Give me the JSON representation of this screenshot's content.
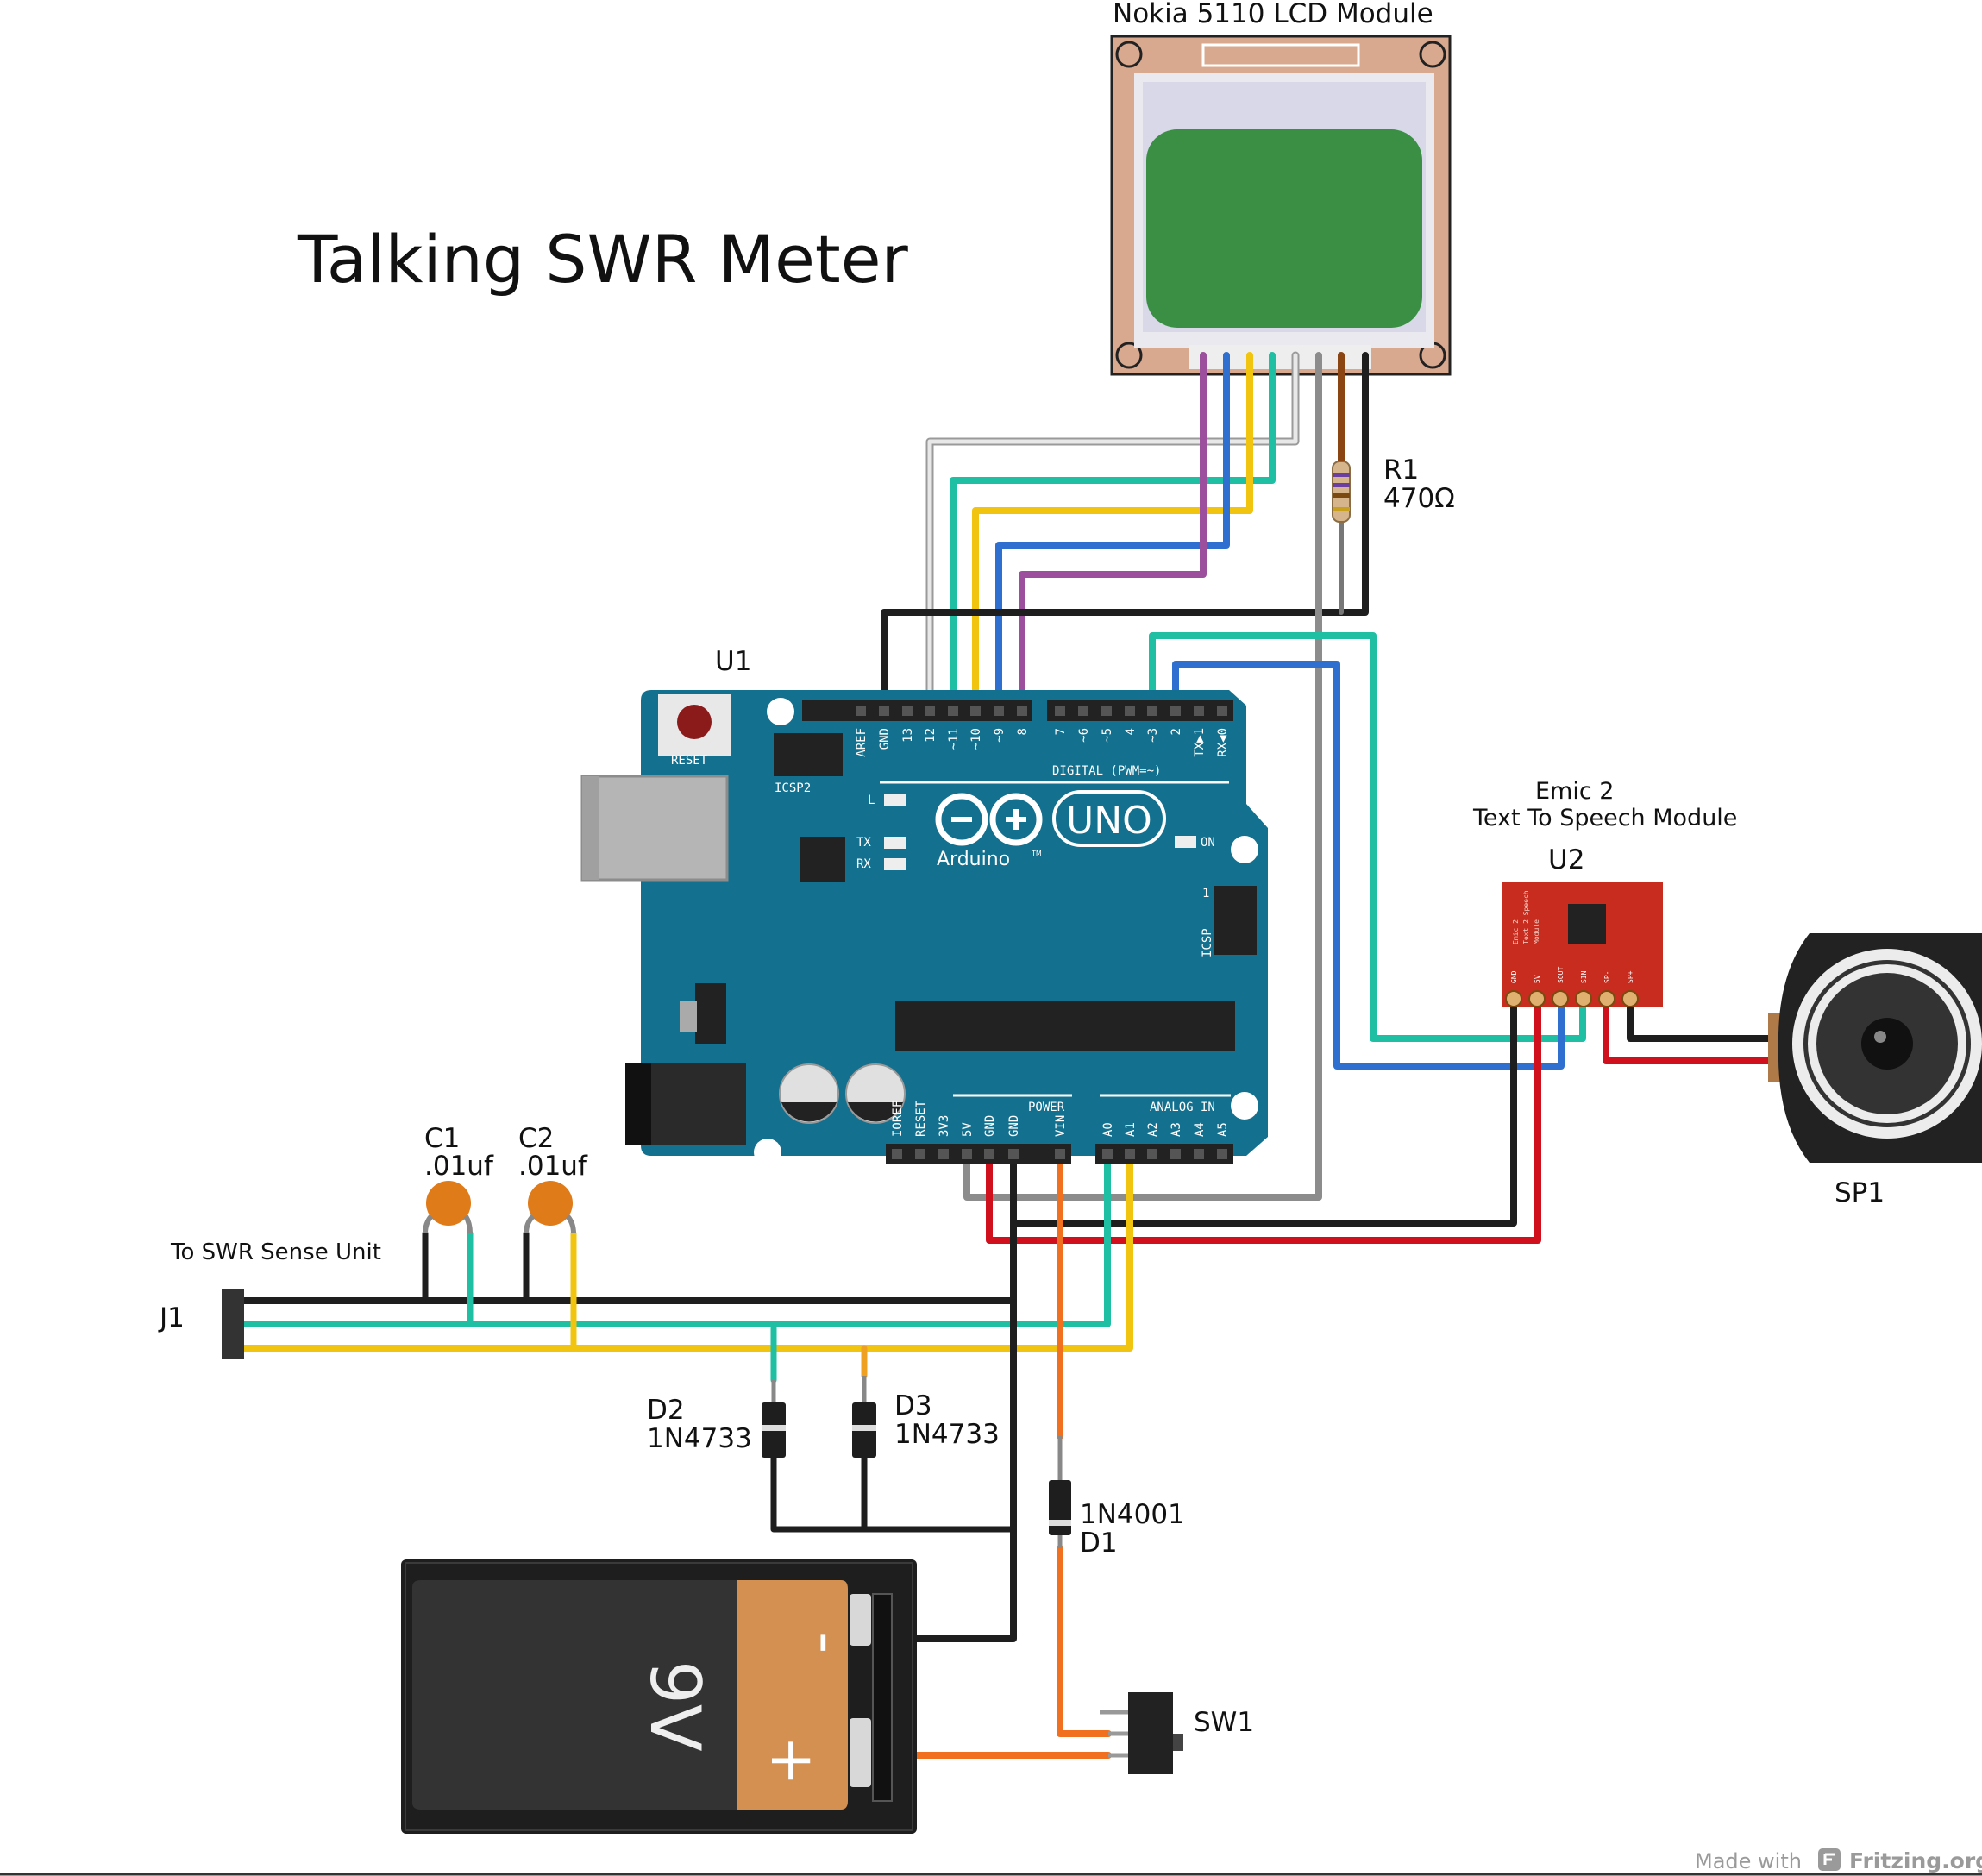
{
  "title": "Talking SWR Meter",
  "components": {
    "lcd": {
      "label": "Nokia 5110 LCD Module"
    },
    "r1": {
      "ref": "R1",
      "value": "470Ω"
    },
    "u1": {
      "ref": "U1",
      "reset_label": "RESET",
      "icsp2_label": "ICSP2",
      "icsp_label": "ICSP",
      "icsp_pin1": "1",
      "logo_uno": "UNO",
      "logo_arduino": "Arduino",
      "tm": "TM",
      "led_l": "L",
      "led_tx": "TX",
      "led_rx": "RX",
      "led_on": "ON",
      "digital_label": "DIGITAL (PWM=~)",
      "power_label": "POWER",
      "analog_label": "ANALOG IN",
      "digital_pins": [
        "AREF",
        "GND",
        "13",
        "12",
        "~11",
        "~10",
        "~9",
        "8",
        "7",
        "~6",
        "~5",
        "4",
        "~3",
        "2",
        "TX▶1",
        "RX◀0"
      ],
      "power_pins": [
        "IOREF",
        "RESET",
        "3V3",
        "5V",
        "GND",
        "GND",
        "VIN"
      ],
      "analog_pins": [
        "A0",
        "A1",
        "A2",
        "A3",
        "A4",
        "A5"
      ]
    },
    "u2": {
      "desc_line1": "Emic 2",
      "desc_line2": "Text To Speech Module",
      "ref": "U2",
      "board_text": [
        "Emic 2",
        "Text 2 Speech",
        "Module"
      ],
      "pins": [
        "GND",
        "5V",
        "SOUT",
        "SIN",
        "SP-",
        "SP+"
      ]
    },
    "sp1": {
      "ref": "SP1"
    },
    "c1": {
      "ref": "C1",
      "value": ".01uf"
    },
    "c2": {
      "ref": "C2",
      "value": ".01uf"
    },
    "j1": {
      "ref": "J1",
      "label": "To SWR Sense Unit"
    },
    "d2": {
      "ref": "D2",
      "part": "1N4733"
    },
    "d3": {
      "ref": "D3",
      "part": "1N4733"
    },
    "d1": {
      "ref": "D1",
      "part": "1N4001"
    },
    "sw1": {
      "ref": "SW1"
    },
    "battery": {
      "voltage": "9V",
      "minus": "-",
      "plus": "+"
    }
  },
  "footer": {
    "made_with": "Made with",
    "brand": "Fritzing.org"
  },
  "colors": {
    "black": "#1e1e1e",
    "red": "#d0101c",
    "grey": "#8c8c8c",
    "white": "#e8e8e8",
    "teal": "#1fbfa3",
    "yellow": "#f1c40f",
    "blue": "#2f6fd0",
    "purple": "#9b4f9c",
    "orange": "#f07020",
    "brown": "#8b4513",
    "arduino": "#13708e",
    "emic": "#c82c1e"
  }
}
